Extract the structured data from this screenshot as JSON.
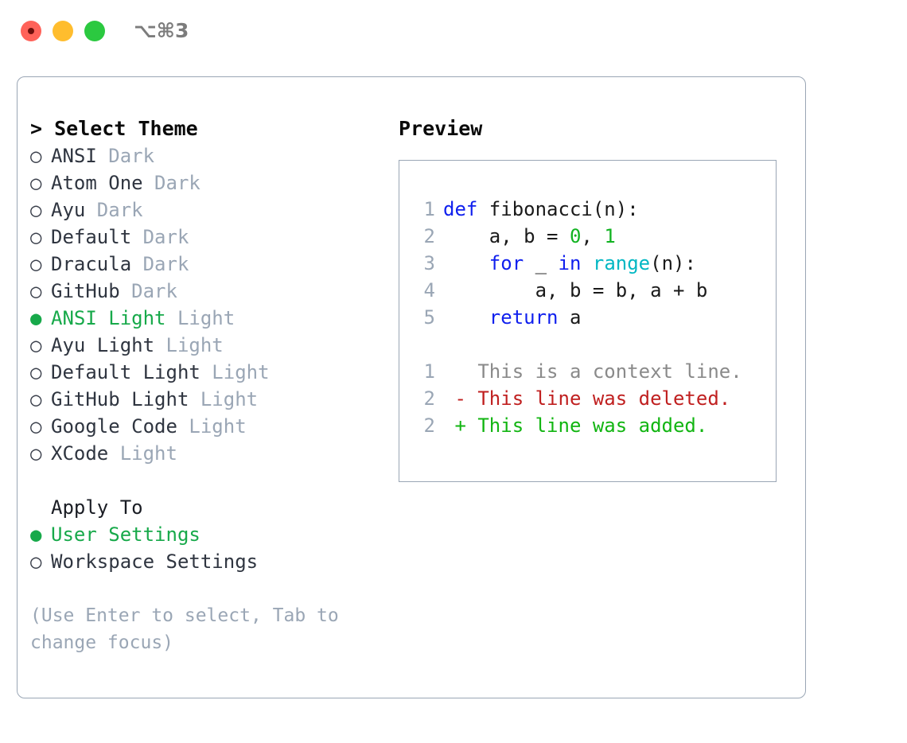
{
  "titlebar": {
    "shortcut": "⌥⌘3",
    "buttons": [
      {
        "name": "close",
        "color": "#FF6259"
      },
      {
        "name": "minimize",
        "color": "#FFBD2E"
      },
      {
        "name": "maximize",
        "color": "#2BC940"
      }
    ]
  },
  "theme_picker": {
    "header": "> Select Theme",
    "selected_bullet": "●",
    "unselected_bullet": "○",
    "items": [
      {
        "bullet": "○",
        "name": "ANSI",
        "kind": "Dark",
        "selected": false
      },
      {
        "bullet": "○",
        "name": "Atom One",
        "kind": "Dark",
        "selected": false
      },
      {
        "bullet": "○",
        "name": "Ayu",
        "kind": "Dark",
        "selected": false
      },
      {
        "bullet": "○",
        "name": "Default",
        "kind": "Dark",
        "selected": false
      },
      {
        "bullet": "○",
        "name": "Dracula",
        "kind": "Dark",
        "selected": false
      },
      {
        "bullet": "○",
        "name": "GitHub",
        "kind": "Dark",
        "selected": false
      },
      {
        "bullet": "●",
        "name": "ANSI Light",
        "kind": "Light",
        "selected": true
      },
      {
        "bullet": "○",
        "name": "Ayu Light",
        "kind": "Light",
        "selected": false
      },
      {
        "bullet": "○",
        "name": "Default Light",
        "kind": "Light",
        "selected": false
      },
      {
        "bullet": "○",
        "name": "GitHub Light",
        "kind": "Light",
        "selected": false
      },
      {
        "bullet": "○",
        "name": "Google Code",
        "kind": "Light",
        "selected": false
      },
      {
        "bullet": "○",
        "name": "XCode",
        "kind": "Light",
        "selected": false
      }
    ]
  },
  "apply_to": {
    "label": "Apply To",
    "options": [
      {
        "bullet": "●",
        "name": "User Settings",
        "selected": true
      },
      {
        "bullet": "○",
        "name": "Workspace Settings",
        "selected": false
      }
    ]
  },
  "hint": "(Use Enter to select, Tab to change focus)",
  "preview": {
    "title": "Preview",
    "code_lines": [
      {
        "num": "1",
        "tokens": [
          {
            "t": "def",
            "c": "kw"
          },
          {
            "t": " fibonacci(n):",
            "c": "plain"
          }
        ]
      },
      {
        "num": "2",
        "tokens": [
          {
            "t": "    a, b = ",
            "c": "plain"
          },
          {
            "t": "0",
            "c": "num"
          },
          {
            "t": ", ",
            "c": "plain"
          },
          {
            "t": "1",
            "c": "num"
          }
        ]
      },
      {
        "num": "3",
        "tokens": [
          {
            "t": "    ",
            "c": "plain"
          },
          {
            "t": "for",
            "c": "kw"
          },
          {
            "t": " _ ",
            "c": "plain"
          },
          {
            "t": "in",
            "c": "kw"
          },
          {
            "t": " ",
            "c": "plain"
          },
          {
            "t": "range",
            "c": "fn"
          },
          {
            "t": "(n):",
            "c": "plain"
          }
        ]
      },
      {
        "num": "4",
        "tokens": [
          {
            "t": "        a, b = b, a + b",
            "c": "plain"
          }
        ]
      },
      {
        "num": "5",
        "tokens": [
          {
            "t": "    ",
            "c": "plain"
          },
          {
            "t": "return",
            "c": "kw"
          },
          {
            "t": " a",
            "c": "plain"
          }
        ]
      }
    ],
    "diff_lines": [
      {
        "num": "1",
        "tokens": [
          {
            "t": "   This is a context line.",
            "c": "ctx"
          }
        ]
      },
      {
        "num": "2",
        "tokens": [
          {
            "t": " - This line was deleted.",
            "c": "del"
          }
        ]
      },
      {
        "num": "2",
        "tokens": [
          {
            "t": " + This line was added.",
            "c": "add"
          }
        ]
      }
    ]
  },
  "colors": {
    "accent_green": "#17a94a",
    "border": "#9aa6b5",
    "muted": "#9aa6b5",
    "keyword_blue": "#1020ee",
    "function_cyan": "#00b7c3",
    "number_green": "#11b321",
    "diff_delete_red": "#c02020",
    "diff_add_green": "#12b512"
  }
}
